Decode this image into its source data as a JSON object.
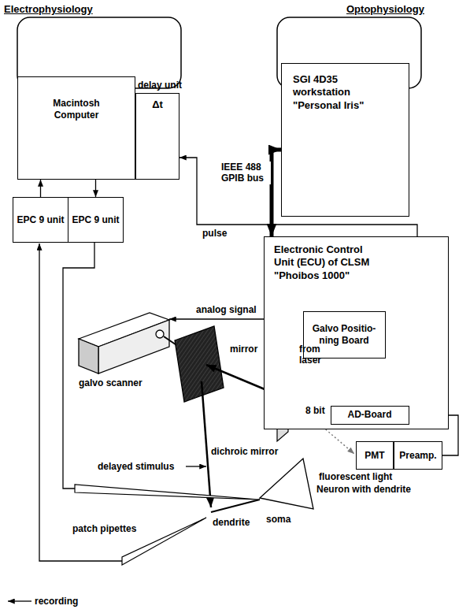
{
  "diagram": {
    "nodes": [
      {
        "text": [
          "Macintosh Computer"
        ]
      },
      {
        "text": [
          "delay unit",
          "Δt"
        ]
      },
      {
        "text": [
          "EPC 9 unit"
        ]
      },
      {
        "text": [
          "EPC 9 unit"
        ]
      },
      {
        "text": [
          "SGI 4D35 workstation \"Personal Iris\""
        ]
      },
      {
        "text": [
          "Electronic Control Unit (ECU) of CLSM \"Phoibos 1000\""
        ]
      },
      {
        "text": [
          "Galvo Positio- ning Board"
        ],
        "in": 5
      },
      {
        "text": [
          "AD-Board"
        ],
        "in": 5
      },
      {
        "text": [
          "galvo scanner"
        ]
      },
      {
        "text": [
          "PMT"
        ]
      },
      {
        "text": [
          "Preamp."
        ]
      }
    ],
    "edges": [
      {
        "from": 2,
        "to": 0,
        "arrow": "to"
      },
      {
        "from": 0,
        "to": 3,
        "arrow": "to"
      },
      {
        "from": 4,
        "to": 5,
        "label": "IEEE 488 GPIB bus",
        "arrow": "both"
      },
      {
        "from": 6,
        "to": 1,
        "label": "pulse",
        "arrow": "to"
      },
      {
        "from": 6,
        "to": 8,
        "label": "analog signal",
        "arrow": "to"
      },
      {
        "from": 10,
        "to": 7,
        "arrow": "to"
      }
    ],
    "labels": [
      "Electrophysiology",
      "Optophysiology",
      "mirror",
      "from laser",
      "dichroic mirror",
      "fluorescent light",
      "8 bit",
      "delayed stimulus",
      "Neuron with dendrite",
      "soma",
      "patch pipettes",
      "dendrite",
      "recording"
    ]
  }
}
